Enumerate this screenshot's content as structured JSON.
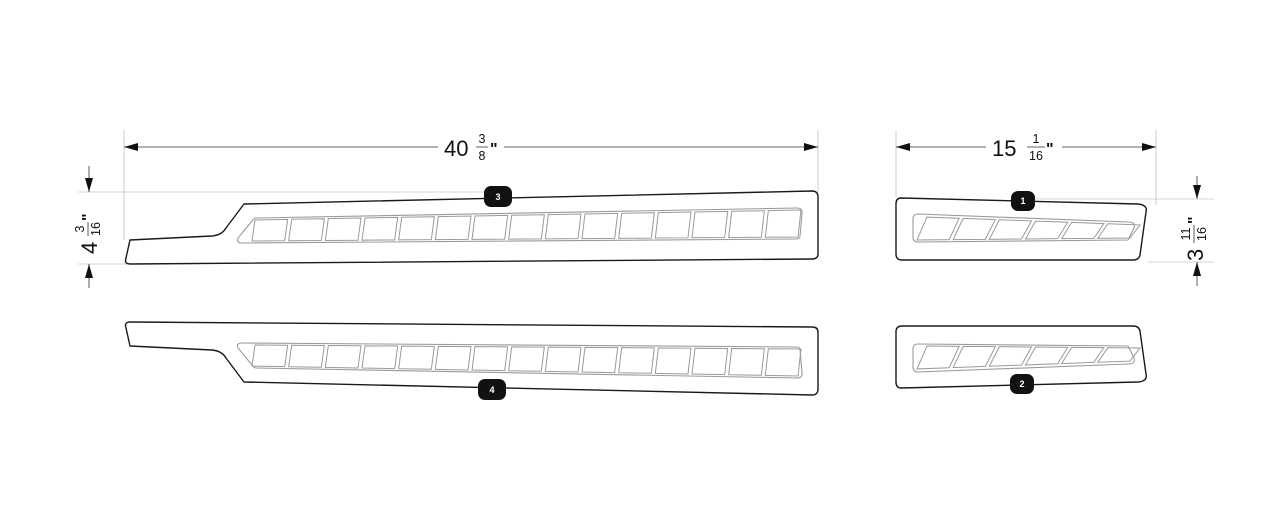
{
  "dimensions": {
    "long_length": {
      "whole": "40",
      "numerator": "3",
      "denominator": "8",
      "unit": "\""
    },
    "short_length": {
      "whole": "15",
      "numerator": "1",
      "denominator": "16",
      "unit": "\""
    },
    "long_height": {
      "whole": "4",
      "numerator": "3",
      "denominator": "16",
      "unit": "\""
    },
    "short_height": {
      "whole": "3",
      "numerator": "11",
      "denominator": "16",
      "unit": "\""
    }
  },
  "parts": [
    {
      "label": "3"
    },
    {
      "label": "1"
    },
    {
      "label": "4"
    },
    {
      "label": "2"
    }
  ],
  "colors": {
    "outline": "#1a1a1a",
    "groove": "#9a9a9a",
    "badge": "#111111"
  }
}
